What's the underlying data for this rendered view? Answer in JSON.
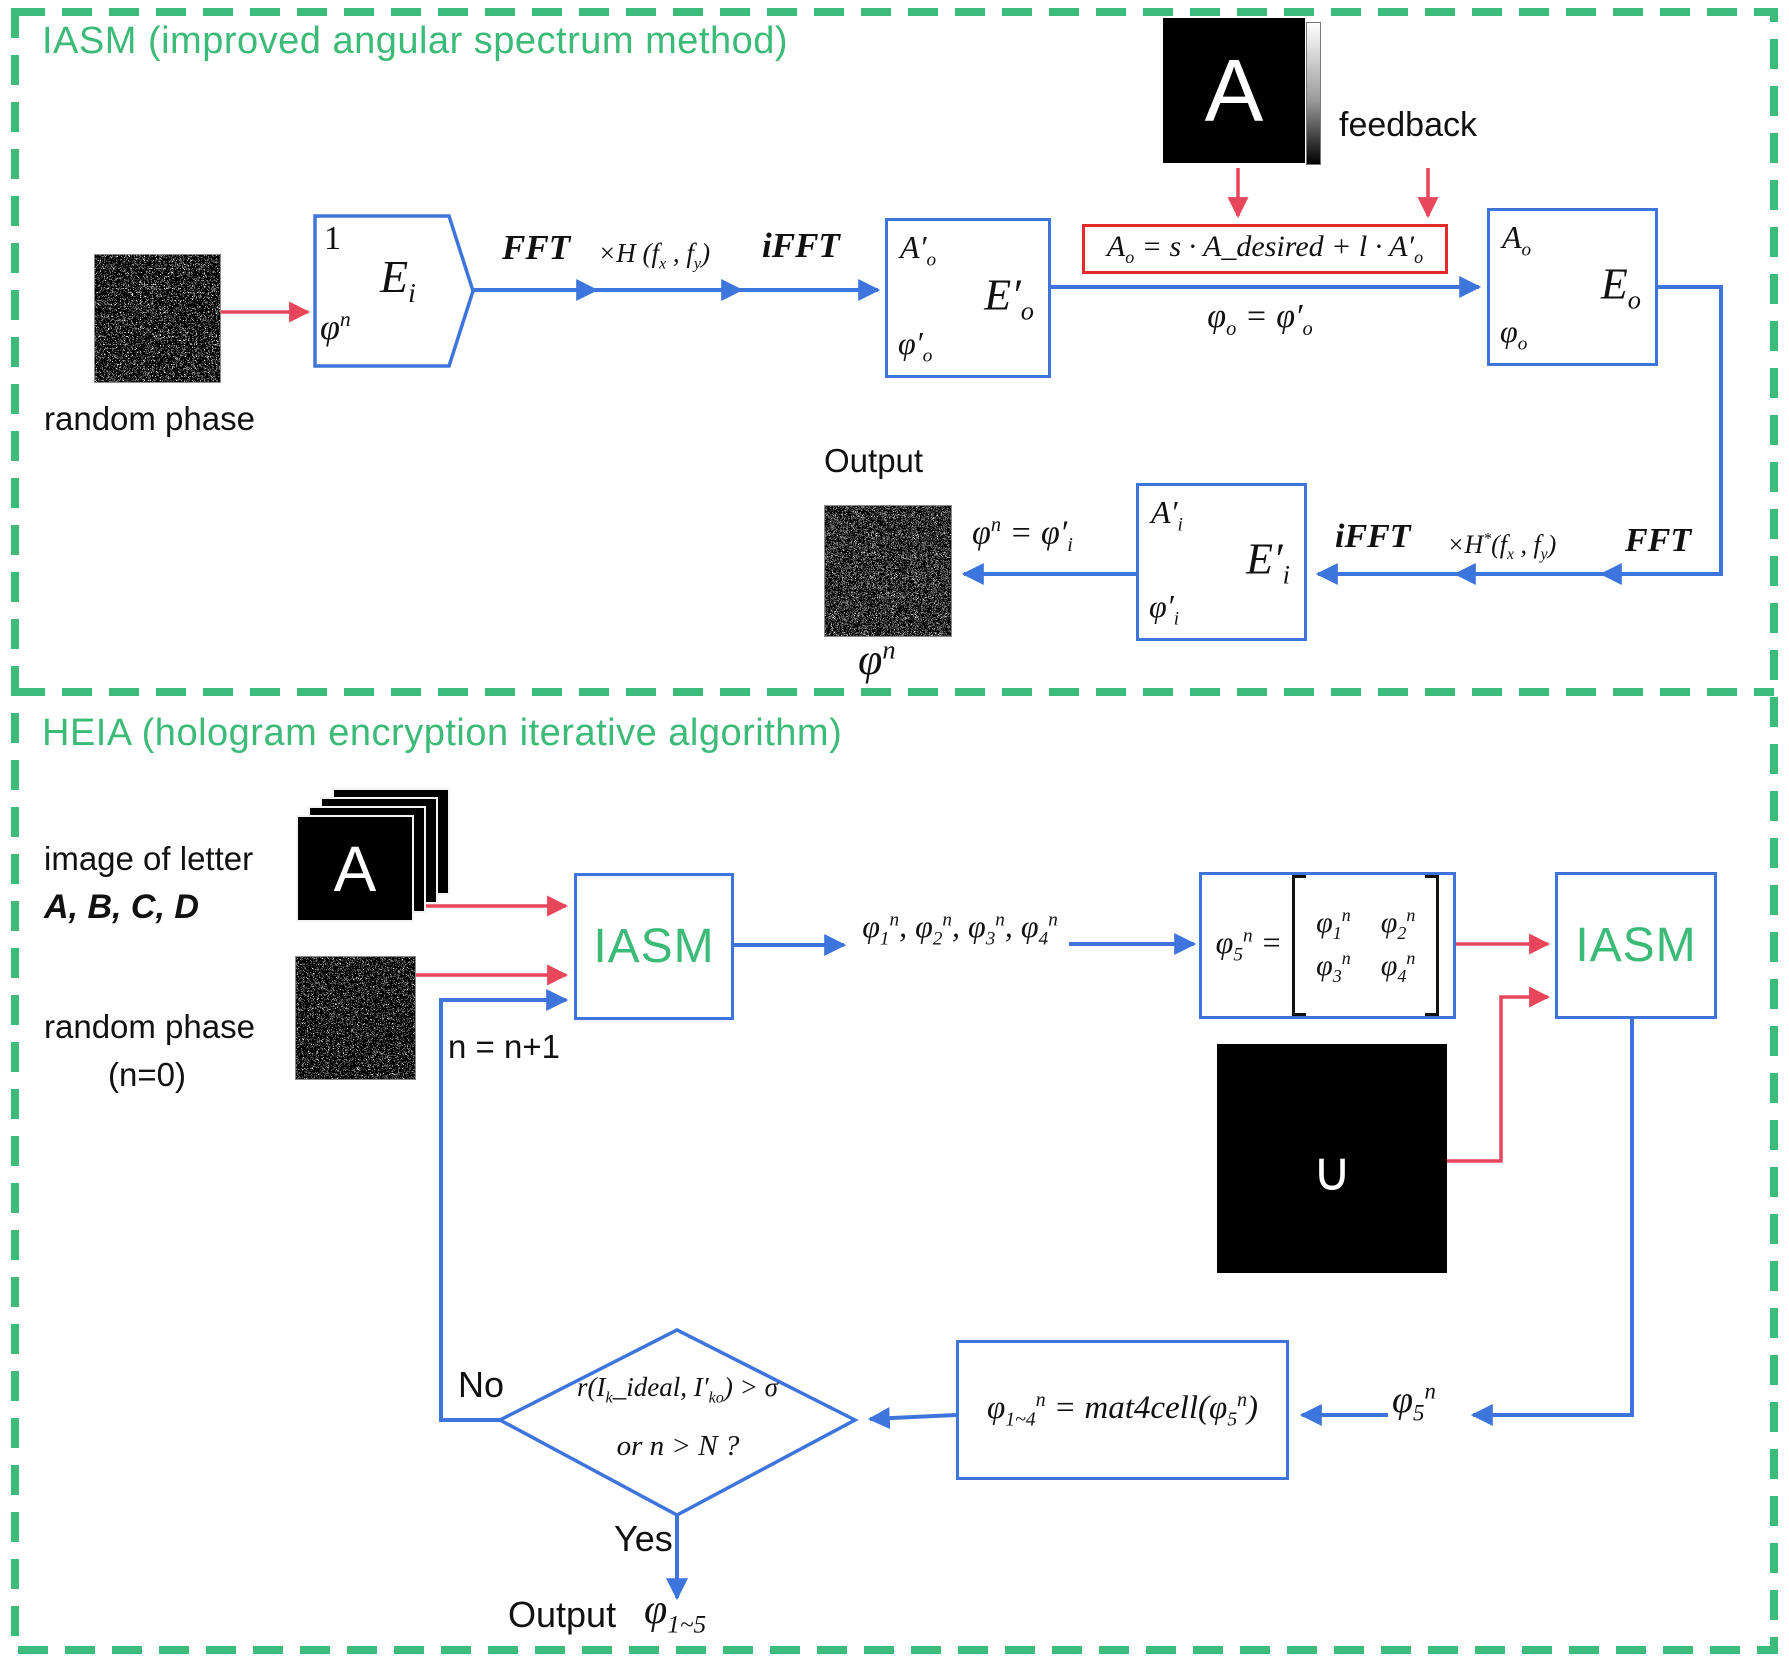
{
  "colors": {
    "green": "#3cba78",
    "blue": "#3e75dc",
    "red": "#e8465a",
    "red_box_border": "#e32b2b"
  },
  "iasm": {
    "title": "IASM (improved angular spectrum method)",
    "random_phase_label": "random phase",
    "pentagon": {
      "one": "1",
      "field": "E_{i}",
      "phase": "φ^{n}"
    },
    "forward": {
      "fft": "FFT",
      "transfer": "×H (f_{x} , f_{y})",
      "ifft": "iFFT"
    },
    "eo_prime_box": {
      "amp": "A′_{o}",
      "name": "E′_{o}",
      "phase": "φ′_{o}"
    },
    "letter_image_glyph": "A",
    "feedback_label": "feedback",
    "constraint_formula": "A_{o} = s · A_desired + l · A′_{o}",
    "phase_update": "φ_{o} = φ′_{o}",
    "eo_box": {
      "amp": "A_{o}",
      "name": "E_{o}",
      "phase": "φ_{o}"
    },
    "return": {
      "fft": "FFT",
      "transfer": "×H^{*}(f_{x} , f_{y})",
      "ifft": "iFFT"
    },
    "ei_prime_box": {
      "amp": "A′_{i}",
      "name": "E′_{i}",
      "phase": "φ′_{i}"
    },
    "phase_out": "φ^{n} = φ′_{i}",
    "output_label": "Output",
    "output_phase": "φ^{n}"
  },
  "heia": {
    "title": "HEIA (hologram encryption iterative algorithm)",
    "input_label_line1": "image of letter",
    "input_label_line2": "A,  B,  C,  D",
    "letter_image_glyph": "A",
    "random_phase_label": "random phase",
    "n_zero_label": "(n=0)",
    "iasm_box_1_label": "IASM",
    "iasm_box_2_label": "IASM",
    "increment_label": "n = n+1",
    "phase_list": "φ_{1}^{n}, φ_{2}^{n}, φ_{3}^{n}, φ_{4}^{n}",
    "matrix": {
      "lhs": "φ_{5}^{n} =",
      "c11": "φ_{1}^{n}",
      "c12": "φ_{2}^{n}",
      "c21": "φ_{3}^{n}",
      "c22": "φ_{4}^{n}"
    },
    "union_glyph": "∪",
    "phi5_label": "φ_{5}^{n}",
    "mat4cell_formula": "φ_{1~4}^{n} = mat4cell(φ_{5}^{n})",
    "condition_line1": "r(I_{k}_ideal, I′_{ko}) > σ",
    "condition_line2": "or  n > N ?",
    "no_label": "No",
    "yes_label": "Yes",
    "output_label": "Output",
    "output_phase": "φ_{1~5}"
  }
}
